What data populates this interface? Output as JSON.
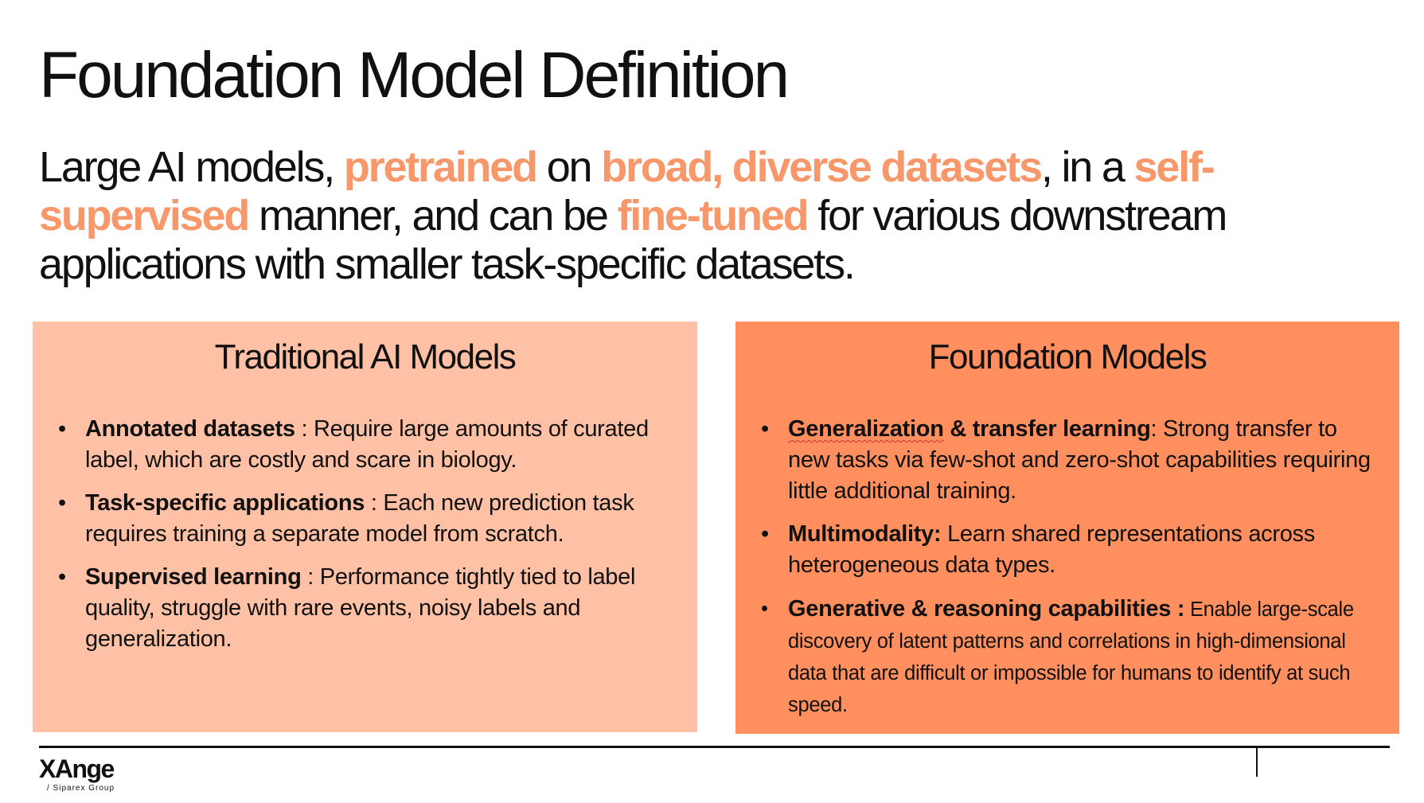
{
  "title": "Foundation Model Definition",
  "lead": {
    "p1": "Large AI models, ",
    "h1": "pretrained",
    "p2": " on ",
    "h2": "broad, diverse datasets",
    "p3": ", in a ",
    "h3": "self-supervised",
    "p4": " manner, and can be ",
    "h4": "fine-tuned",
    "p5": " for various downstream applications with smaller task-specific datasets."
  },
  "traditional": {
    "heading": "Traditional AI Models",
    "items": [
      {
        "term": "Annotated datasets",
        "text": " : Require large amounts of curated label, which are costly and scare in biology."
      },
      {
        "term": "Task-specific applications",
        "text": " : Each new prediction task requires training a separate model from scratch."
      },
      {
        "term": "Supervised learning",
        "text": " : Performance tightly tied to label quality, struggle with rare events, noisy labels and generalization."
      }
    ]
  },
  "foundation": {
    "heading": "Foundation Models",
    "items": [
      {
        "term_a": "Generalization",
        "term_b": " & transfer learning",
        "text": ": Strong transfer to new tasks via few-shot and zero-shot capabilities requiring little additional training."
      },
      {
        "term": "Multimodality:",
        "text": " Learn shared representations across heterogeneous data types."
      },
      {
        "term": "Generative & reasoning capabilities :",
        "text": " Enable large-scale discovery of latent patterns and correlations in high-dimensional data that are difficult or impossible for humans to identify at such speed."
      }
    ]
  },
  "footer": {
    "logo": "XAnge",
    "logo_sub": "/ Siparex Group"
  },
  "bullet": "•",
  "colors": {
    "highlight": "#F7976A",
    "box_light": "#FFC1A6",
    "box_dark": "#FF8F5E"
  }
}
